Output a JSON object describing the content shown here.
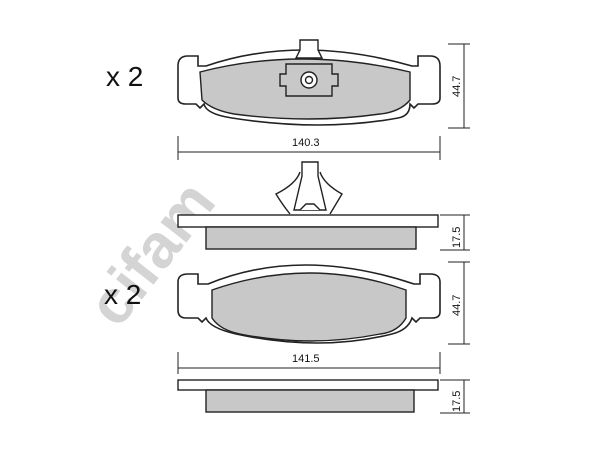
{
  "brand_watermark": "cifam",
  "pads": [
    {
      "quantity": "x 2",
      "width": "140.3",
      "height": "44.7",
      "thickness": "17.5"
    },
    {
      "quantity": "x 2",
      "width": "141.5",
      "height": "44.7",
      "thickness": "17.5"
    }
  ],
  "colors": {
    "pad_fill": "#c8c8c8",
    "line": "#222222",
    "watermark": "#d4d4d4"
  }
}
